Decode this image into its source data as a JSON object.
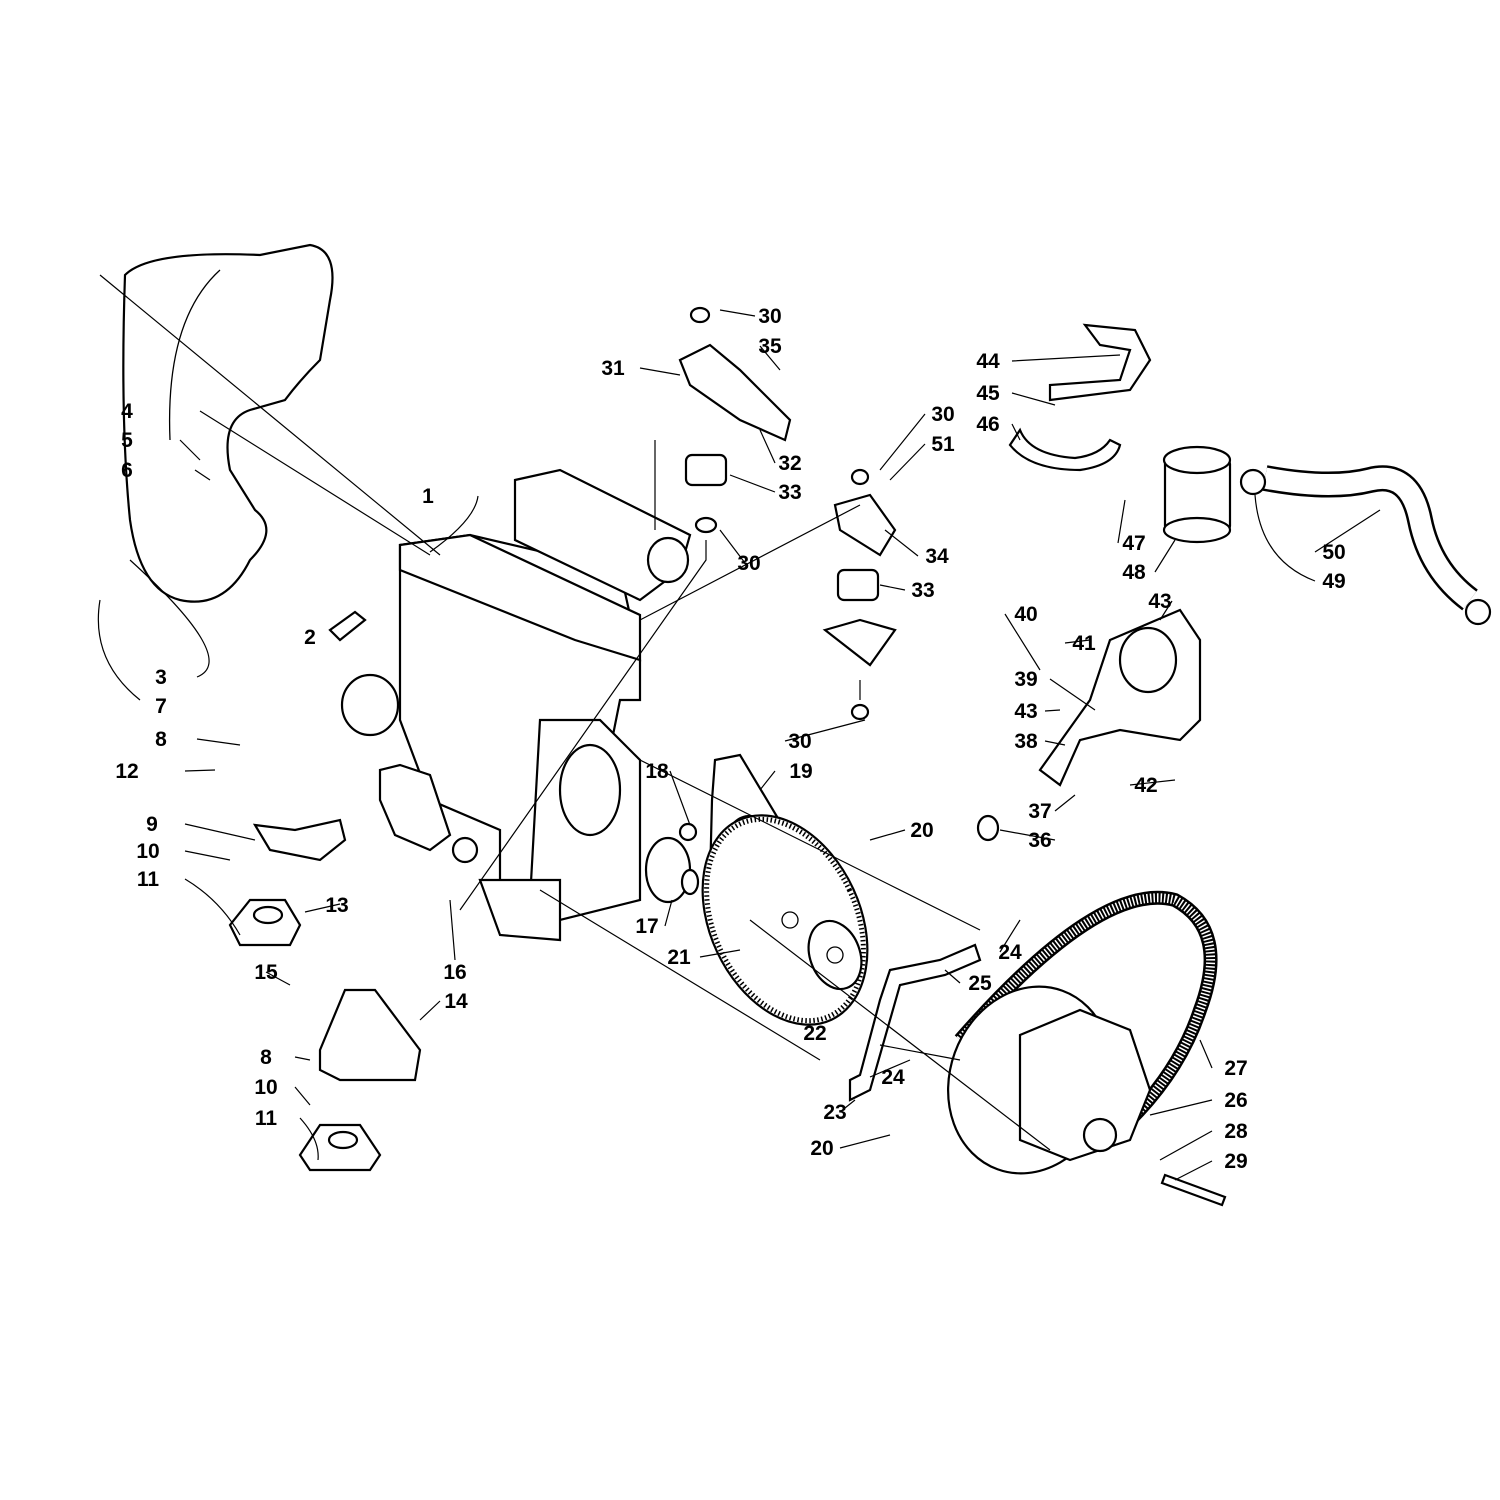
{
  "diagram": {
    "type": "exploded-parts-diagram",
    "callouts": [
      {
        "label": "1"
      },
      {
        "label": "2"
      },
      {
        "label": "3"
      },
      {
        "label": "4"
      },
      {
        "label": "5"
      },
      {
        "label": "6"
      },
      {
        "label": "7"
      },
      {
        "label": "8"
      },
      {
        "label": "8"
      },
      {
        "label": "9"
      },
      {
        "label": "10"
      },
      {
        "label": "10"
      },
      {
        "label": "11"
      },
      {
        "label": "11"
      },
      {
        "label": "12"
      },
      {
        "label": "13"
      },
      {
        "label": "14"
      },
      {
        "label": "15"
      },
      {
        "label": "16"
      },
      {
        "label": "17"
      },
      {
        "label": "18"
      },
      {
        "label": "19"
      },
      {
        "label": "20"
      },
      {
        "label": "20"
      },
      {
        "label": "21"
      },
      {
        "label": "22"
      },
      {
        "label": "23"
      },
      {
        "label": "24"
      },
      {
        "label": "24"
      },
      {
        "label": "25"
      },
      {
        "label": "26"
      },
      {
        "label": "27"
      },
      {
        "label": "28"
      },
      {
        "label": "29"
      },
      {
        "label": "30"
      },
      {
        "label": "30"
      },
      {
        "label": "30"
      },
      {
        "label": "30"
      },
      {
        "label": "31"
      },
      {
        "label": "32"
      },
      {
        "label": "33"
      },
      {
        "label": "33"
      },
      {
        "label": "34"
      },
      {
        "label": "35"
      },
      {
        "label": "36"
      },
      {
        "label": "37"
      },
      {
        "label": "38"
      },
      {
        "label": "39"
      },
      {
        "label": "40"
      },
      {
        "label": "41"
      },
      {
        "label": "42"
      },
      {
        "label": "43"
      },
      {
        "label": "43"
      },
      {
        "label": "44"
      },
      {
        "label": "45"
      },
      {
        "label": "46"
      },
      {
        "label": "47"
      },
      {
        "label": "48"
      },
      {
        "label": "49"
      },
      {
        "label": "50"
      },
      {
        "label": "51"
      }
    ]
  }
}
